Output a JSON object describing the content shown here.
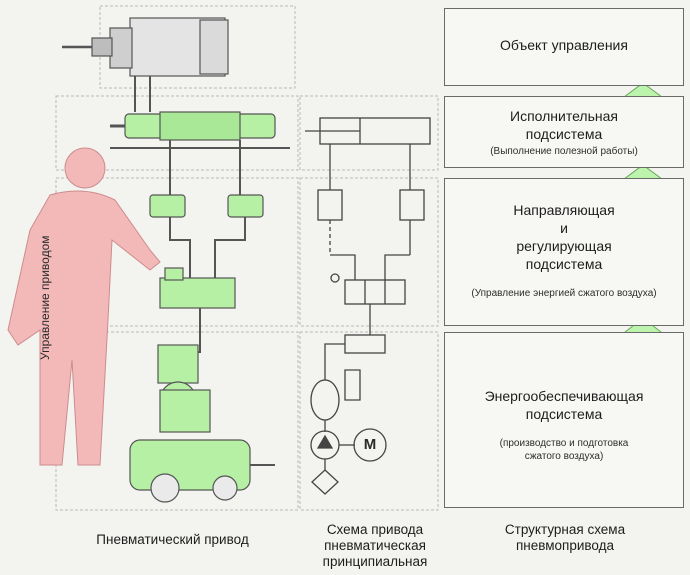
{
  "structure": {
    "object": {
      "title": "Объект управления"
    },
    "executive": {
      "title_line1": "Исполнительная",
      "title_line2": "подсистема",
      "note": "(Выполнение полезной работы)"
    },
    "directing": {
      "line1": "Направляющая",
      "line2": "и",
      "line3": "регулирующая",
      "line4": "подсистема",
      "note": "(Управление энергией сжатого воздуха)"
    },
    "energy": {
      "line1": "Энергообеспечивающая",
      "line2": "подсистема",
      "note_line1": "(производство и подготовка",
      "note_line2": "сжатого воздуха)"
    }
  },
  "person": {
    "label": "Управление приводом"
  },
  "motor": {
    "label": "M"
  },
  "captions": {
    "drive": "Пневматический привод",
    "scheme_line1": "Схема привода",
    "scheme_line2": "пневматическая",
    "scheme_line3": "принципиальная",
    "structural_line1": "Структурная схема",
    "structural_line2": "пневмопривода"
  },
  "colors": {
    "green_equipment": "#b6f0a4",
    "person": "#f3b9b9",
    "arrow": "#bdf4ad",
    "line": "#555555"
  }
}
